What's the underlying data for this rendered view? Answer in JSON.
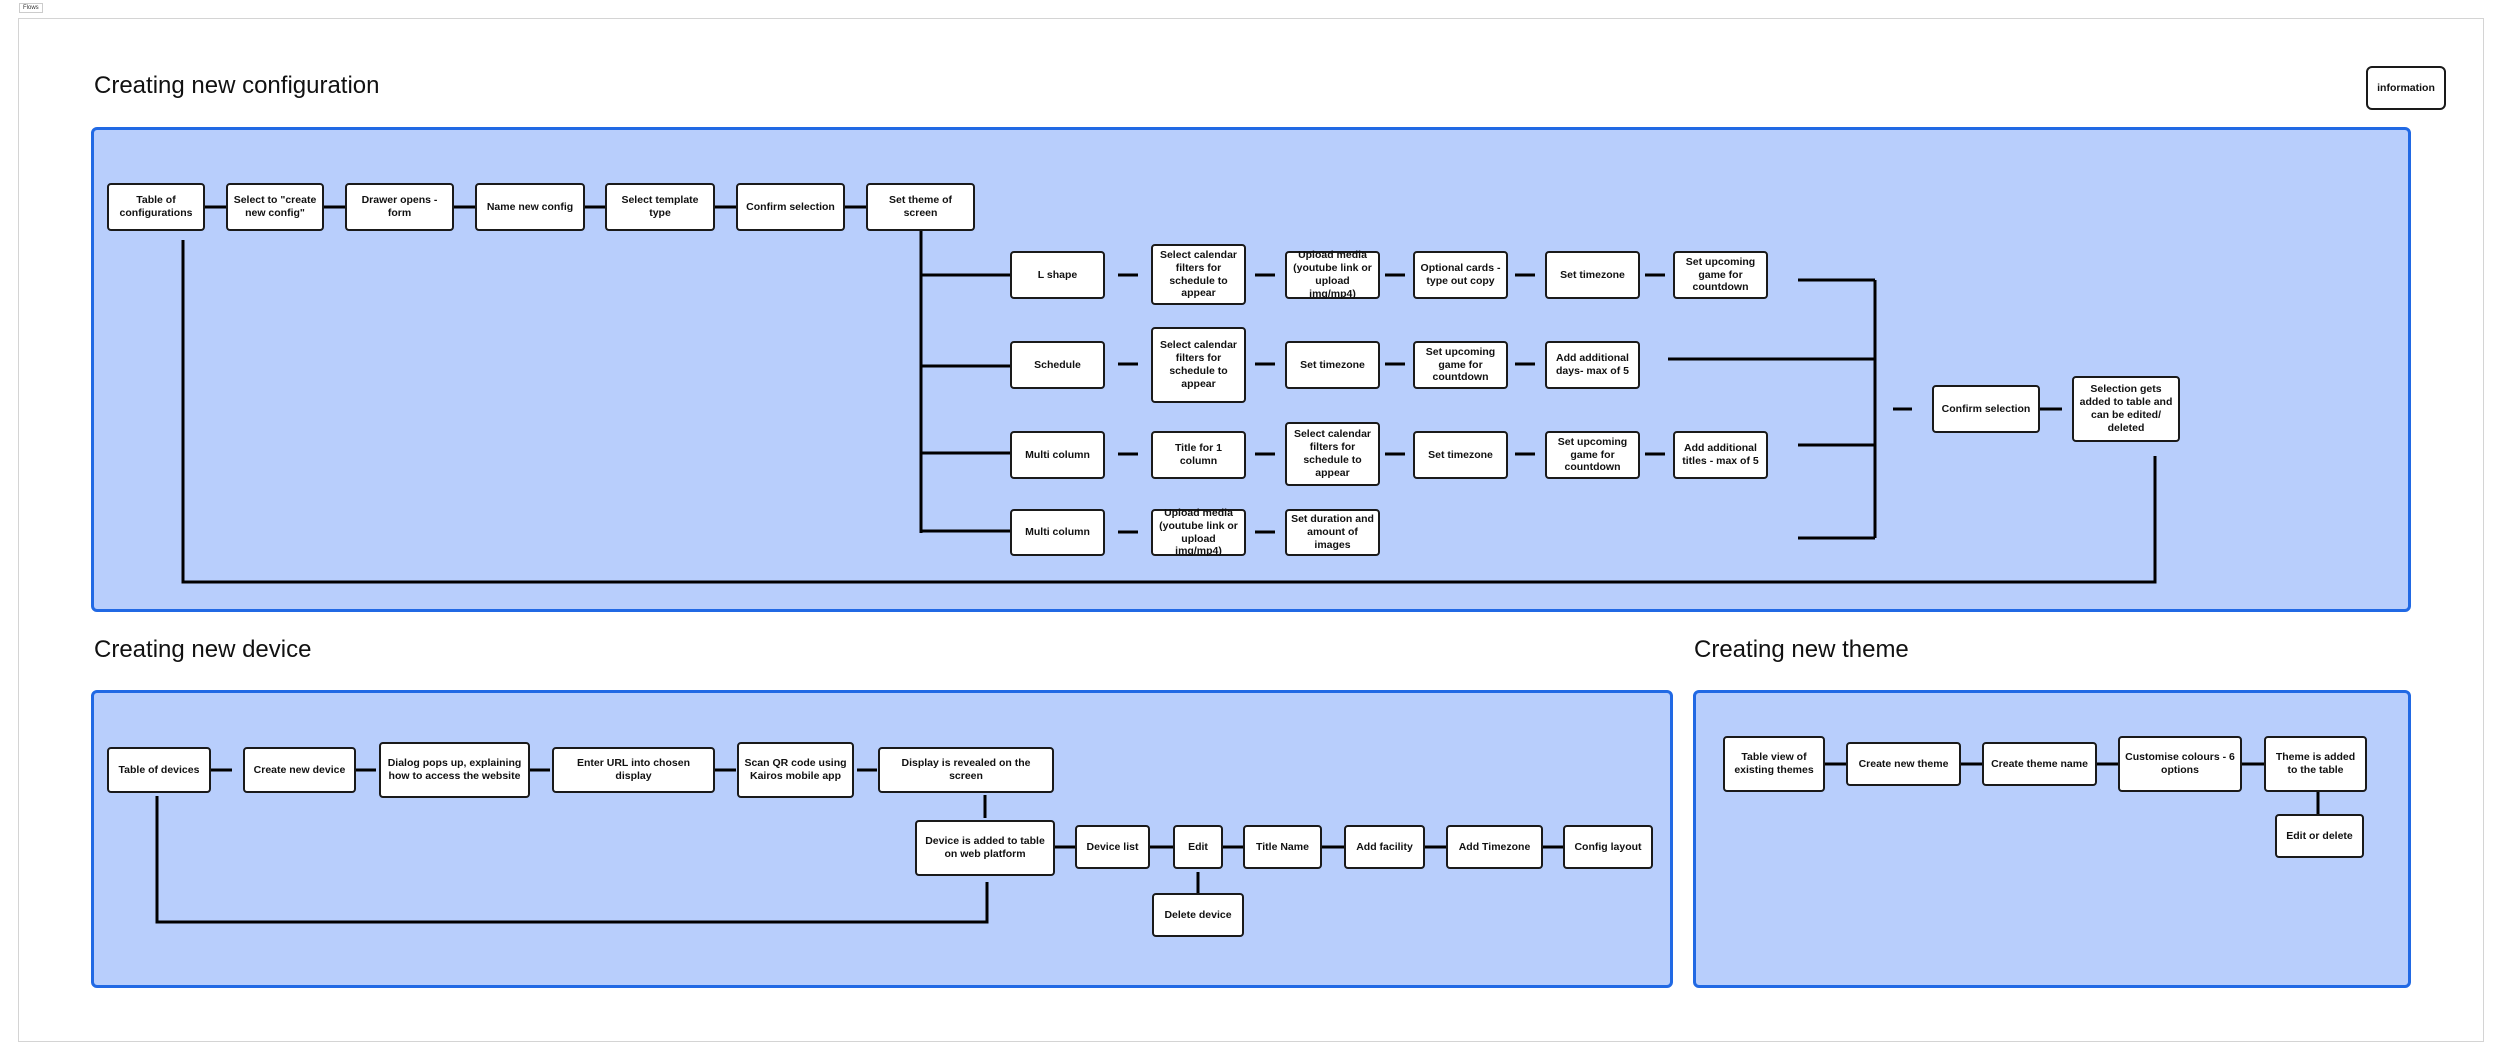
{
  "frame_label": "Flows",
  "info_button": "information",
  "sections": {
    "configuration": "Creating new configuration",
    "device": "Creating new device",
    "theme": "Creating new theme"
  },
  "config_flow": {
    "main": [
      "Table of configurations",
      "Select to \"create new config\"",
      "Drawer opens - form",
      "Name new config",
      "Select template type",
      "Confirm selection",
      "Set theme of screen"
    ],
    "l_shape": [
      "L shape",
      "Select calendar filters for schedule to appear",
      "Upload media (youtube link or upload img/mp4)",
      "Optional cards - type out copy",
      "Set timezone",
      "Set upcoming game for countdown"
    ],
    "schedule": [
      "Schedule",
      "Select calendar filters for schedule to appear",
      "Set timezone",
      "Set upcoming game for countdown",
      "Add additional days- max of 5"
    ],
    "multi_column_1": [
      "Multi column",
      "Title for 1 column",
      "Select calendar filters for schedule to appear",
      "Set timezone",
      "Set upcoming game for countdown",
      "Add additional titles - max of 5"
    ],
    "multi_column_2": [
      "Multi column",
      "Upload media (youtube link or upload img/mp4)",
      "Set duration and amount of images"
    ],
    "confirm": "Confirm selection",
    "result": "Selection gets added to table and can be edited/ deleted"
  },
  "device_flow": {
    "main": [
      "Table of devices",
      "Create new device",
      "Dialog pops up, explaining how to access the website",
      "Enter URL into chosen display",
      "Scan QR code using Kairos mobile app",
      "Display is revealed on the screen"
    ],
    "added": "Device is added to table on web platform",
    "sub": [
      "Device list",
      "Edit",
      "Title Name",
      "Add facility",
      "Add Timezone",
      "Config layout"
    ],
    "delete": "Delete device"
  },
  "theme_flow": {
    "main": [
      "Table view of existing themes",
      "Create new theme",
      "Create theme name",
      "Customise colours - 6 options",
      "Theme is added to the table"
    ],
    "edit": "Edit or delete"
  }
}
